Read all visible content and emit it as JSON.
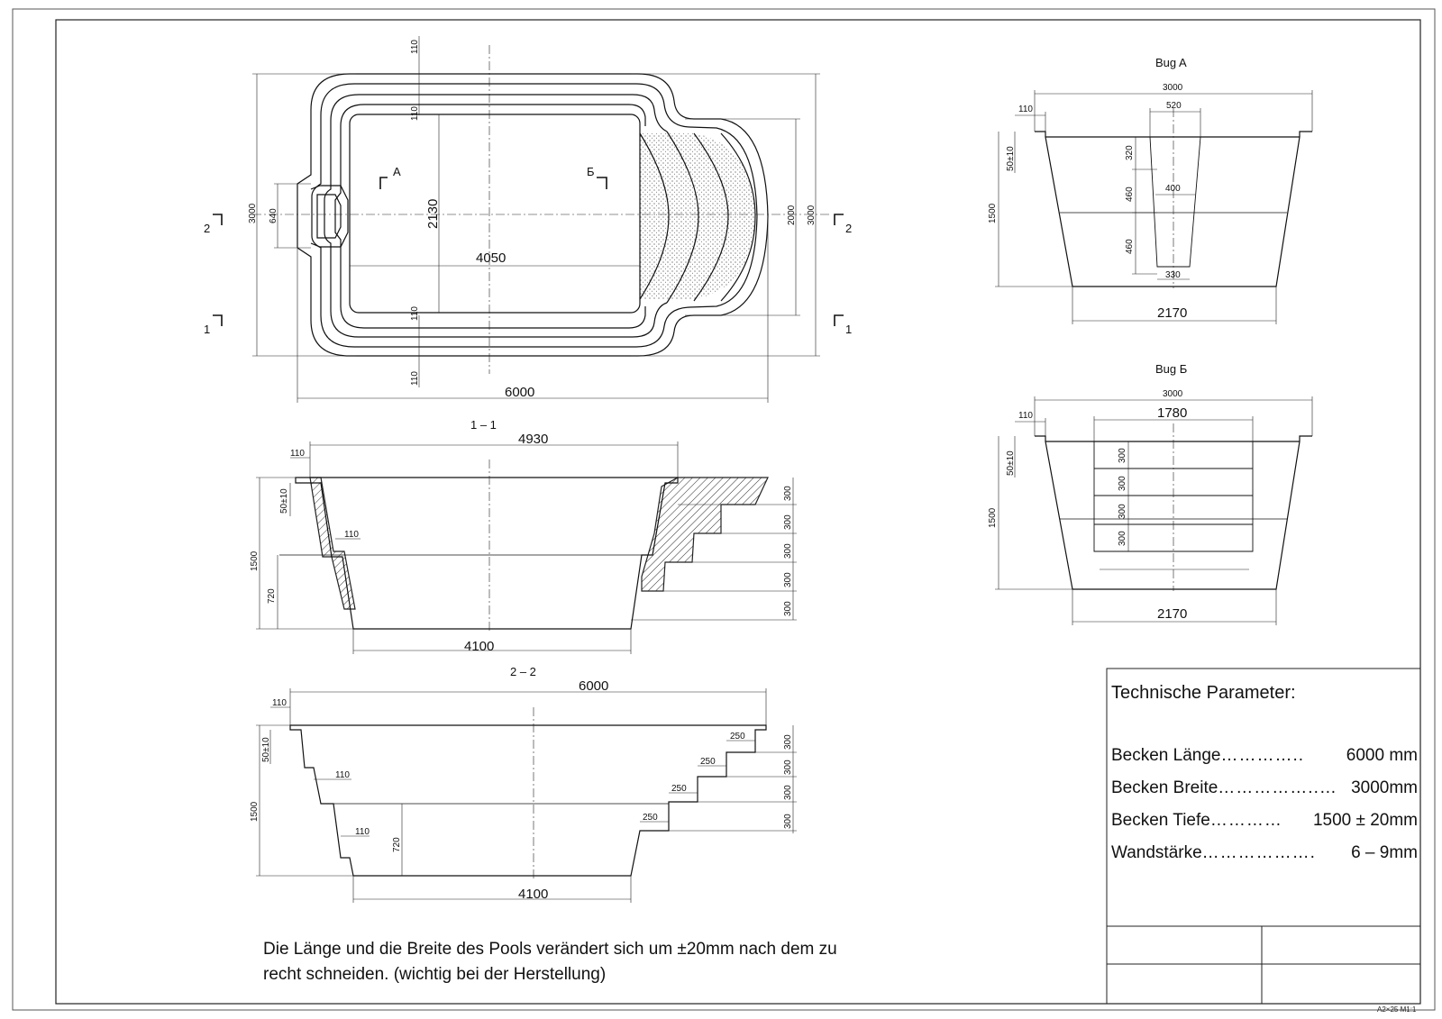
{
  "labels": {
    "section_a_title": "Bug A",
    "section_b_title": "Bug Б",
    "section_11_title": "1 – 1",
    "section_22_title": "2 – 2",
    "marker_a": "A",
    "marker_b": "Б",
    "marker_1": "1",
    "marker_2": "2"
  },
  "dims": {
    "d110": "110",
    "d3000": "3000",
    "d640": "640",
    "d2130": "2130",
    "d4050": "4050",
    "d2000": "2000",
    "d6000": "6000",
    "d4930": "4930",
    "d50": "50±10",
    "d1500": "1500",
    "d720": "720",
    "d300": "300",
    "d4100": "4100",
    "d250": "250",
    "d520": "520",
    "d320": "320",
    "d460": "460",
    "d400": "400",
    "d330": "330",
    "d2170": "2170",
    "d1780": "1780"
  },
  "note": {
    "line1": "Die Länge und die Breite des Pools verändert sich um ±20mm nach dem zu",
    "line2": "recht schneiden. (wichtig bei der Herstellung)"
  },
  "params": {
    "title": "Technische Parameter:",
    "rows": [
      {
        "label": "Becken Länge",
        "dots": "…………..",
        "value": "6000 mm"
      },
      {
        "label": "Becken Breite",
        "dots": "……………..…",
        "value": "3000mm"
      },
      {
        "label": "Becken Tiefe",
        "dots": "…………",
        "value": "1500 ± 20mm"
      },
      {
        "label": "Wandstärke",
        "dots": "……………….",
        "value": "6 – 9mm"
      }
    ]
  },
  "sheet": {
    "scale": "A2×25  M1:1"
  }
}
